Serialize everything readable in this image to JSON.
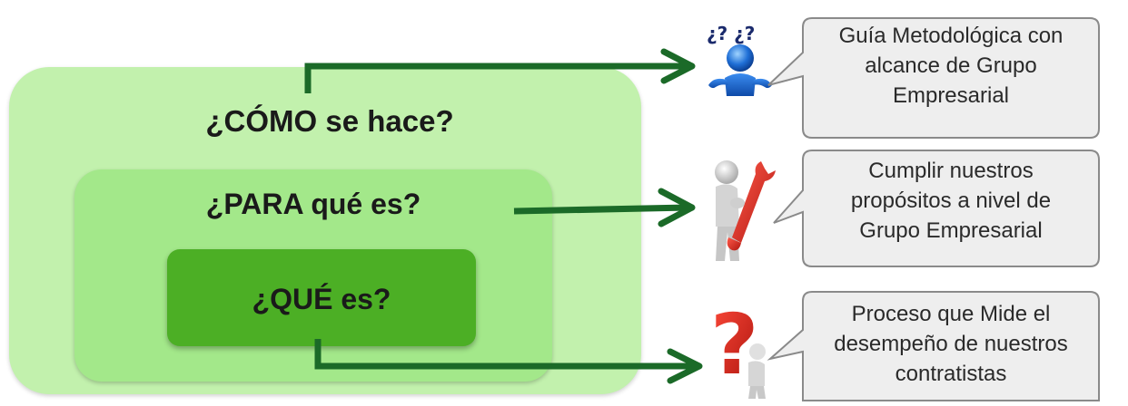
{
  "diagram": {
    "outer_box": {
      "label": "¿CÓMO se hace?"
    },
    "middle_box": {
      "label": "¿PARA qué es?"
    },
    "inner_box": {
      "label": "¿QUÉ es?"
    }
  },
  "callouts": [
    {
      "lines": [
        "Guía Metodológica con",
        "alcance de Grupo",
        "Empresarial"
      ]
    },
    {
      "lines": [
        "Cumplir nuestros",
        "propósitos  a nivel de",
        "Grupo Empresarial"
      ]
    },
    {
      "lines": [
        "Proceso que Mide el",
        "desempeño de nuestros",
        "contratistas"
      ]
    }
  ],
  "icons": {
    "top_glyphs": "¿? ¿?",
    "bottom_glyph": "?"
  },
  "colors": {
    "outer_box": "#c2f1ad",
    "middle_box": "#a3e88a",
    "inner_box": "#4caf25",
    "arrow": "#1b6a28",
    "callout_fill": "#eeeeee",
    "callout_border": "#8a8a8a"
  }
}
